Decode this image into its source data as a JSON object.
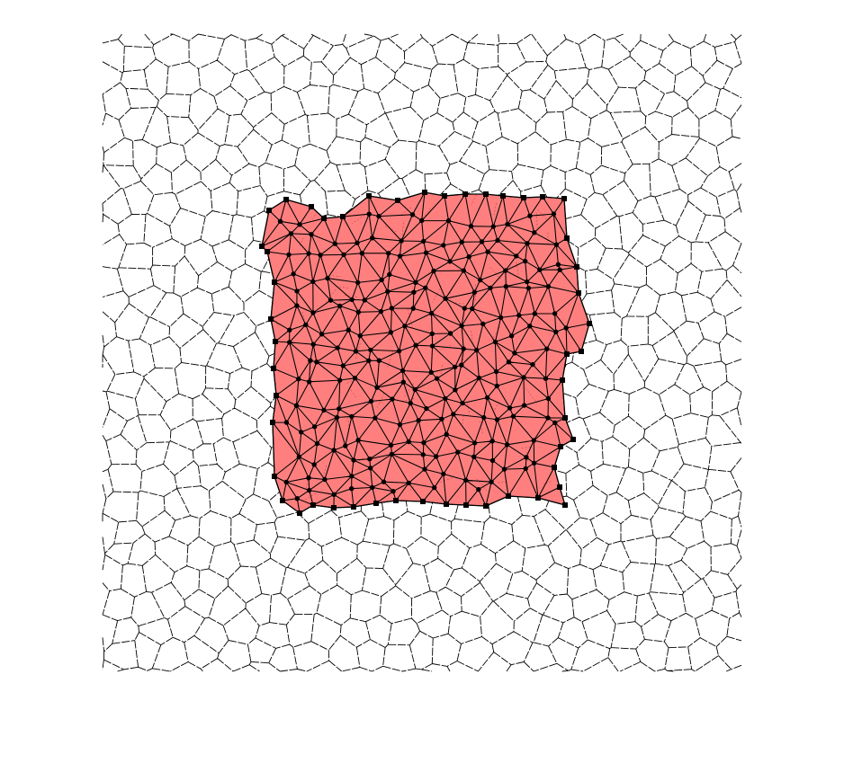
{
  "figure": {
    "background_color": "#ffffff",
    "region_fill_color": "#ff7f7f",
    "line_color": "#000000",
    "mesh_density": {
      "interior_node_spacing": 23,
      "boundary_node_spacing": 22,
      "jitter": 0.36
    }
  }
}
